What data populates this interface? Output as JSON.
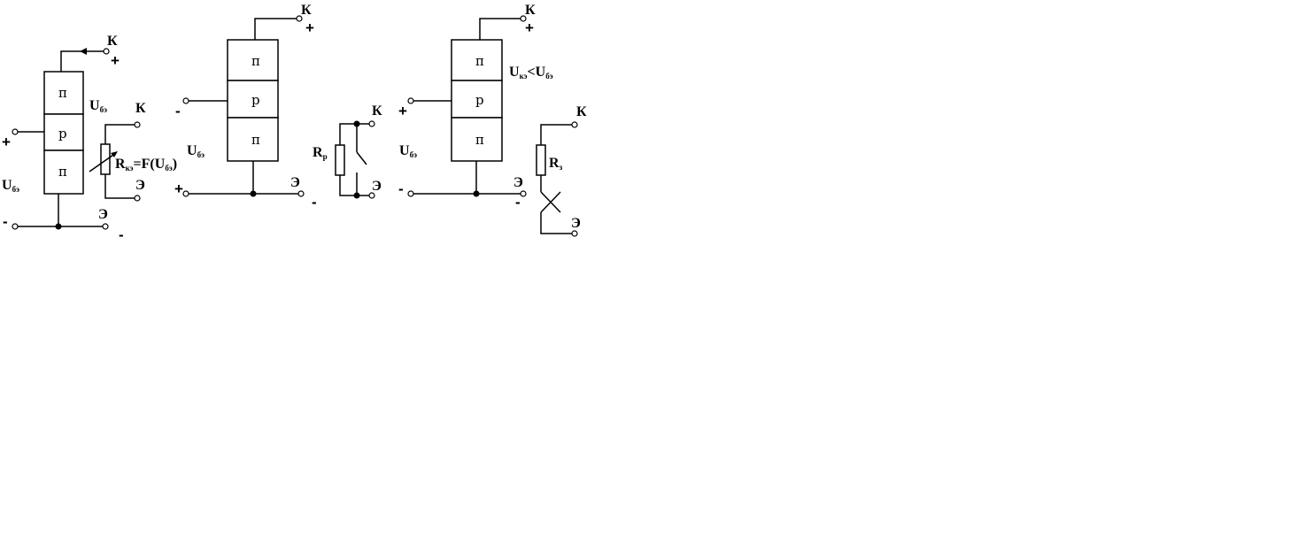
{
  "layers": {
    "n": "п",
    "p": "p"
  },
  "terminals": {
    "collector": "К",
    "emitter": "Э"
  },
  "signs": {
    "plus": "+",
    "minus": "-"
  },
  "voltage": {
    "U": "U",
    "be_sub": "бэ",
    "ke_sub": "кэ",
    "less_than": "<"
  },
  "resistance": {
    "R": "R",
    "ke_sub": "кэ",
    "p_sub": "р",
    "z_sub": "з"
  },
  "formula": {
    "eq": "=",
    "F_open": "F(U",
    "close": ")"
  }
}
